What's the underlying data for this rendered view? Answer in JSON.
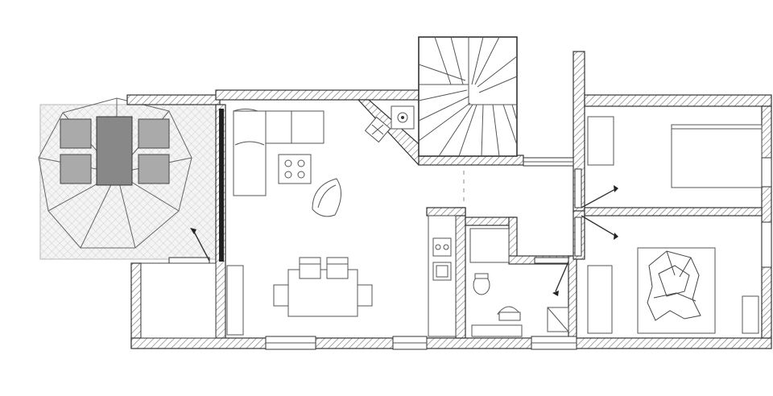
{
  "drawing": {
    "kind": "architectural floor plan",
    "colors": {
      "line": "#333333",
      "wall_hatch": "#777777",
      "terrace_grid": "#c8c8c8",
      "background": "#ffffff"
    }
  },
  "rooms": [
    {
      "id": "terrace",
      "name": "terrace-with-umbrella"
    },
    {
      "id": "storage",
      "name": "storage-room"
    },
    {
      "id": "living",
      "name": "living-dining-room"
    },
    {
      "id": "stairs",
      "name": "staircase"
    },
    {
      "id": "kitchen",
      "name": "kitchen-counter"
    },
    {
      "id": "hall",
      "name": "hallway"
    },
    {
      "id": "bath",
      "name": "bathroom"
    },
    {
      "id": "bed1",
      "name": "bedroom-upper"
    },
    {
      "id": "bed2",
      "name": "bedroom-lower"
    }
  ]
}
